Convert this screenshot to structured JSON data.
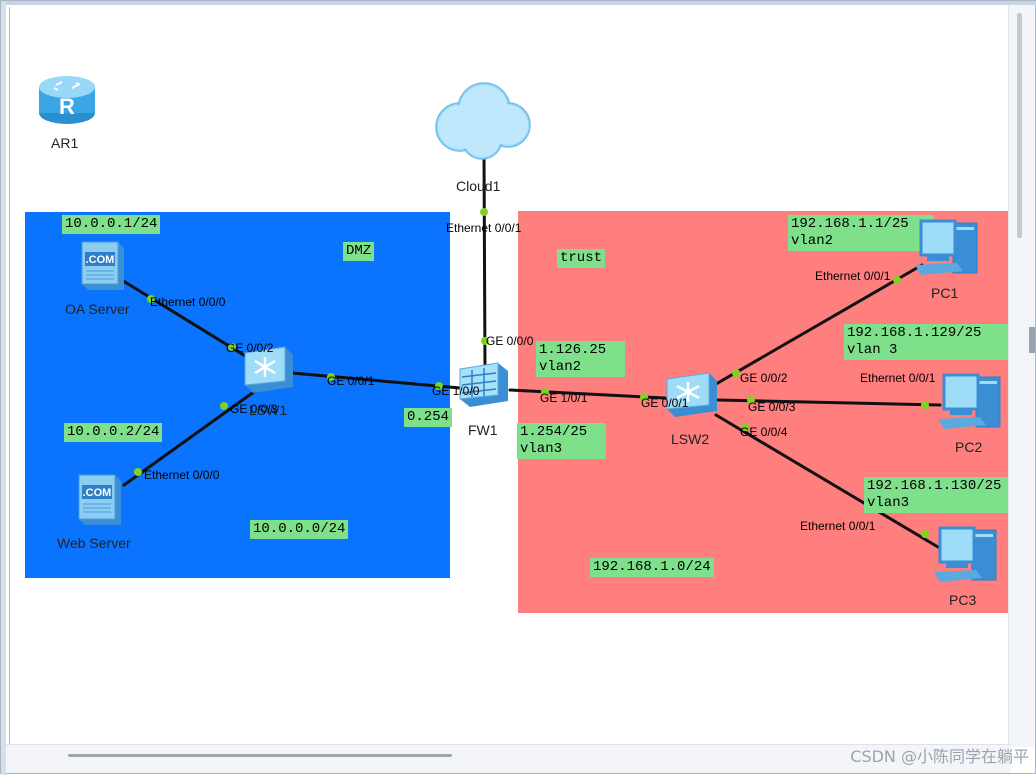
{
  "devices": {
    "ar1": "AR1",
    "cloud1": "Cloud1",
    "oa_server": "OA Server",
    "web_server": "Web Server",
    "lsw1": "LSW1",
    "fw1": "FW1",
    "lsw2": "LSW2",
    "pc1": "PC1",
    "pc2": "PC2",
    "pc3": "PC3"
  },
  "ports": {
    "cloud_eth": "Ethernet 0/0/1",
    "fw_ge000": "GE 0/0/0",
    "oa_eth": "Ethernet 0/0/0",
    "lsw1_ge002": "GE 0/0/2",
    "lsw1_ge003": "GE 0/0/3",
    "lsw1_ge001": "GE 0/0/1",
    "web_eth": "Ethernet 0/0/0",
    "fw_ge100": "GE 1/0/0",
    "fw_ge101": "GE 1/0/1",
    "lsw2_ge001": "GE 0/0/1",
    "lsw2_ge002": "GE 0/0/2",
    "lsw2_ge003": "GE 0/0/3",
    "lsw2_ge004": "GE 0/0/4",
    "pc1_eth": "Ethernet 0/0/1",
    "pc2_eth": "Ethernet 0/0/1",
    "pc3_eth": "Ethernet 0/0/1"
  },
  "notes": {
    "oa_ip": "10.0.0.1/24",
    "dmz": "DMZ",
    "web_ip": "10.0.0.2/24",
    "dmz_net": "10.0.0.0/24",
    "fw_dmz": "0.254",
    "trust": "trust",
    "fw_vlan2": "1.126.25\nvlan2",
    "fw_vlan3": "1.254/25\nvlan3",
    "pc1_ip": "192.168.1.1/25\nvlan2",
    "pc2_ip": "192.168.1.129/25\nvlan 3",
    "pc3_ip": "192.168.1.130/25\nvlan3",
    "trust_net": "192.168.1.0/24"
  },
  "watermark": "CSDN @小陈同学在躺平",
  "colors": {
    "dmz_zone": "#0a74ff",
    "trust_zone": "#ff7e7e",
    "note_bg": "#7ee08a",
    "link": "#111111",
    "port_dot": "#7ed321"
  }
}
